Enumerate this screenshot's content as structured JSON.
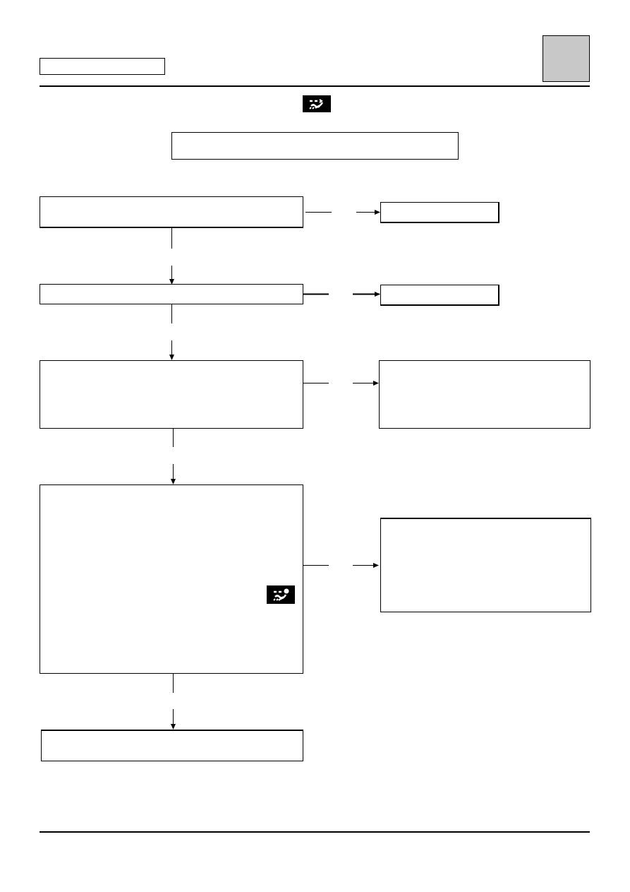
{
  "header": {
    "title_box_text": "",
    "section_tab_text": ""
  },
  "diagram": {
    "title_text": "",
    "steps": [
      {
        "id": "step-1",
        "text": ""
      },
      {
        "id": "step-2",
        "text": ""
      },
      {
        "id": "step-3",
        "text": ""
      },
      {
        "id": "step-4",
        "text": ""
      },
      {
        "id": "step-5",
        "text": ""
      }
    ],
    "outcomes": [
      {
        "id": "outcome-1",
        "text": ""
      },
      {
        "id": "outcome-2",
        "text": ""
      },
      {
        "id": "outcome-3",
        "text": ""
      },
      {
        "id": "outcome-4",
        "text": ""
      }
    ],
    "icons": [
      "climate-control-symbol-icon",
      "climate-control-symbol-icon"
    ]
  },
  "colors": {
    "line": "#000000",
    "tab_fill": "#c8c8c8",
    "background": "#ffffff"
  }
}
